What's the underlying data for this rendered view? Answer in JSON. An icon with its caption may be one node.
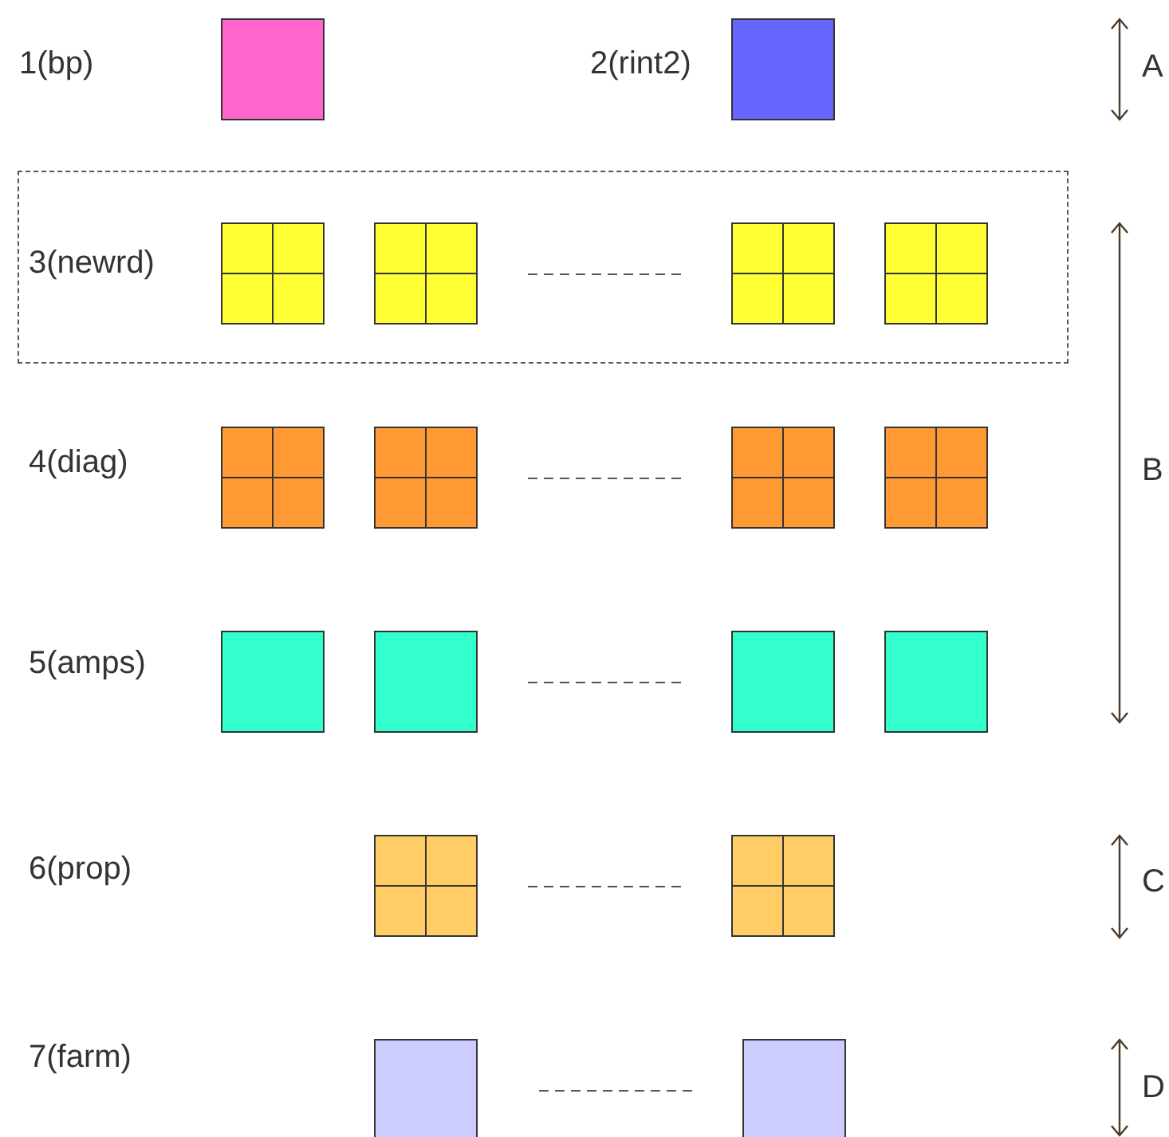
{
  "diagram": {
    "nodes": [
      {
        "text": [
          "3(newrd)"
        ]
      }
    ],
    "labels": [
      "1(bp)",
      "2(rint2)",
      "A",
      "B",
      "4(diag)",
      "5(amps)",
      "6(prop)",
      "C",
      "7(farm)",
      "D"
    ]
  }
}
